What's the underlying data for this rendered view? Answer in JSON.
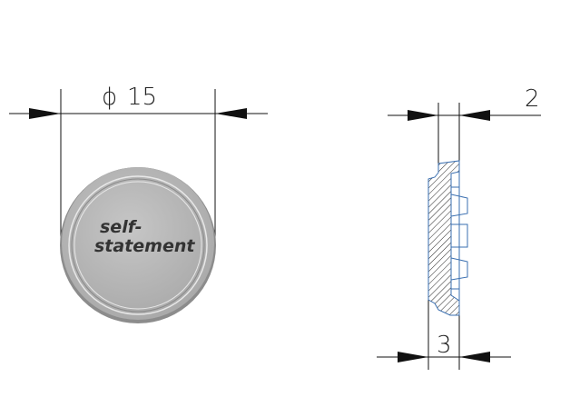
{
  "front_view": {
    "diameter_symbol": "ϕ",
    "diameter_value": "15",
    "button_text_line1": "self-",
    "button_text_line2": "statement"
  },
  "side_view": {
    "top_dimension": "2",
    "bottom_dimension": "3"
  },
  "colors": {
    "line": "#111111",
    "section_outline": "#3a6fb0",
    "button_face": "#b9b9b9",
    "button_rim": "#8a8a8a"
  }
}
